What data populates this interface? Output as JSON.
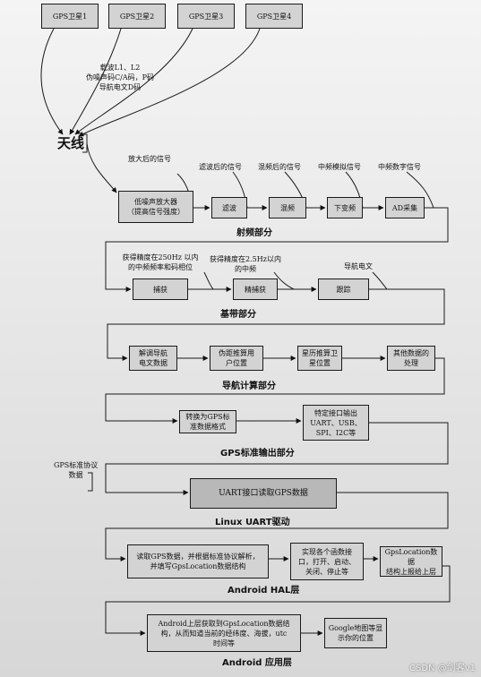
{
  "satellites": [
    "GPS卫星1",
    "GPS卫星2",
    "GPS卫星3",
    "GPS卫星4"
  ],
  "signal_note": "载波L1、L2\n伪噪声码C/A码，P码\n导航电文D码",
  "antenna": "天线",
  "rf": {
    "section": "射频部分",
    "lna": "低噪声放大器\n（提高信号强度）",
    "filter": "滤波",
    "mixer": "混频",
    "downconvert": "下变频",
    "adc": "AD采集",
    "labels": {
      "amplified": "放大后的信号",
      "filtered": "滤波后的信号",
      "mixed": "混频后的信号",
      "if_analog": "中频模拟信号",
      "if_digital": "中频数字信号"
    }
  },
  "baseband": {
    "section": "基带部分",
    "capture": "捕获",
    "fine": "精捕获",
    "track": "跟踪",
    "labels": {
      "coarse": "获得精度在250Hz 以内\n的中频频率和码相位",
      "fine": "获得精度在2.5Hz以内\n的中频",
      "nav": "导航电文"
    }
  },
  "nav_calc": {
    "section": "导航计算部分",
    "decode": "解调导航\n电文数据",
    "pseudo": "伪距推算用\n户位置",
    "star": "星历推算卫\n星位置",
    "other": "其他数据的\n处理"
  },
  "gps_output": {
    "section": "GPS标准输出部分",
    "convert": "转换为GPS标\n准数据格式",
    "ports": "特定接口输出\nUART、USB、\nSPI、I2C等"
  },
  "uart": {
    "section": "Linux UART驱动",
    "note": "GPS标准协议\n数据",
    "read": "UART接口读取GPS数据"
  },
  "hal": {
    "section": "Android HAL层",
    "parse": "读取GPS数据，并根据标准协议解析，\n并填写GpsLocation数据结构",
    "impl": "实现各个函数接\n口，打开、启动、\n关闭、停止等",
    "report": "GpsLocation数据\n结构上报给上层"
  },
  "app": {
    "section": "Android 应用层",
    "upper": "Android上层获取到GpsLocation数据结\n构，从而知道当前的经纬度、海拔，utc\n时间等",
    "maps": "Google地图等显\n示你的位置"
  },
  "watermark": "CSDN @剑客v1"
}
